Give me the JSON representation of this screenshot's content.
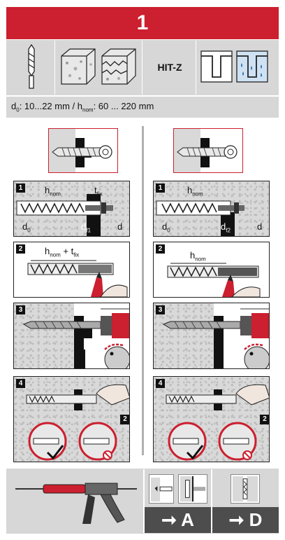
{
  "header": {
    "number": "1"
  },
  "params": {
    "d0_label": "d",
    "d0_sub": "0",
    "d0_range": ": 10...22 mm / h",
    "hnom_sub": "nom",
    "hnom_range": ": 60 ... 220 mm"
  },
  "product": {
    "name": "HIT-Z"
  },
  "labels": {
    "h": "h",
    "nom": "nom",
    "t": "t",
    "fix": "fix",
    "d": "d",
    "d0sub": "0",
    "f1": "f1",
    "f2": "f2",
    "plus": " + ",
    "set_marker_num": "2"
  },
  "steps": {
    "s1": "1",
    "s2": "2",
    "s3": "3",
    "s4": "4"
  },
  "bottom": {
    "option_a": "➞ A",
    "option_d": "➞ D"
  },
  "colors": {
    "brand_red": "#cc1f2f",
    "concrete": "#d9d9d9",
    "dark_grey": "#4d4d4d"
  }
}
